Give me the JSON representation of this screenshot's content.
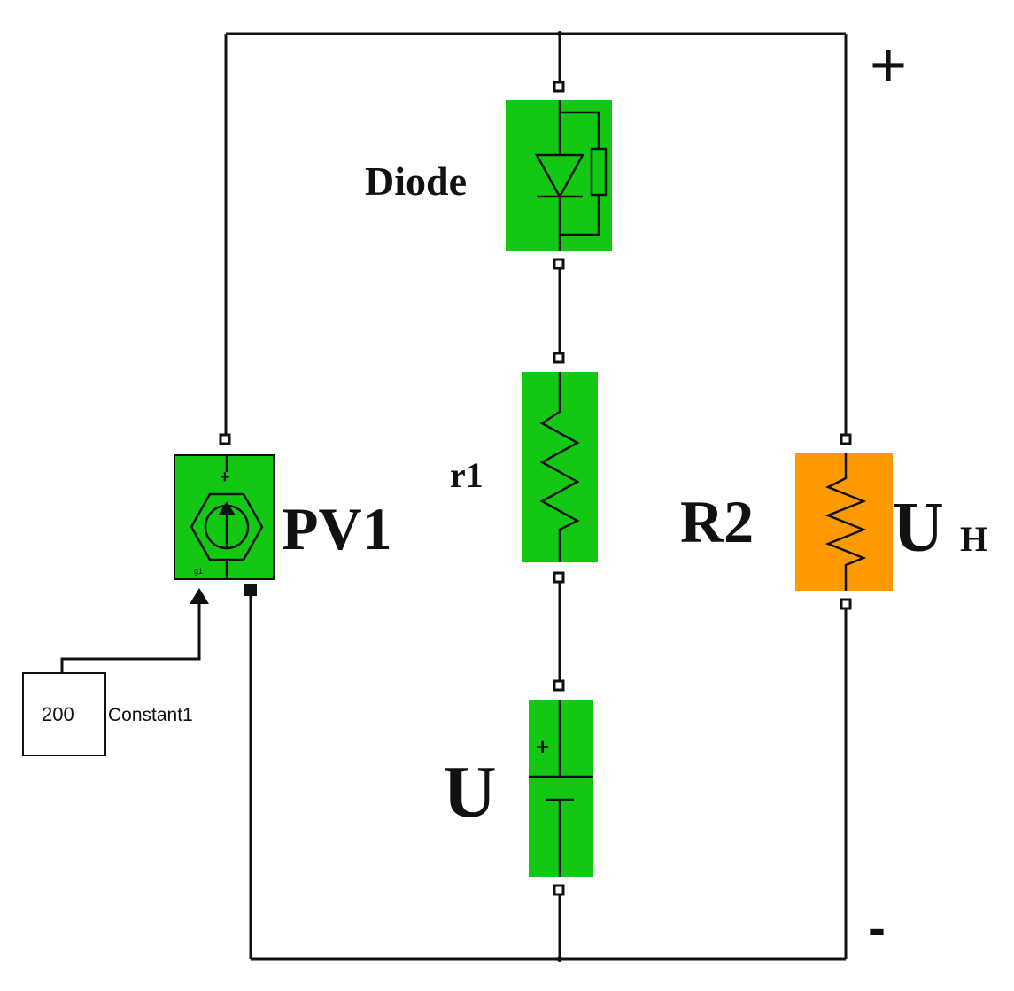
{
  "colors": {
    "block_green": "#12c812",
    "block_orange": "#ff9900",
    "wire": "#111111",
    "background": "#ffffff"
  },
  "labels": {
    "diode": "Diode",
    "pv1": "PV1",
    "r1": "r1",
    "r2": "R2",
    "u": "U",
    "uh_main": "U",
    "uh_sub": "H",
    "plus_terminal": "+",
    "minus_terminal": "-"
  },
  "constant_block": {
    "value": "200",
    "name": "Constant1"
  },
  "pv1_block": {
    "port_in_label": "g1",
    "plus_sign": "+"
  },
  "battery": {
    "plus_sign": "+"
  },
  "icons": {
    "diode_symbol": "diode-with-parallel-resistor",
    "pv1_symbol": "controlled-current-source",
    "r1_symbol": "zigzag-resistor",
    "r2_symbol": "zigzag-resistor",
    "u_symbol": "dc-voltage-source"
  }
}
